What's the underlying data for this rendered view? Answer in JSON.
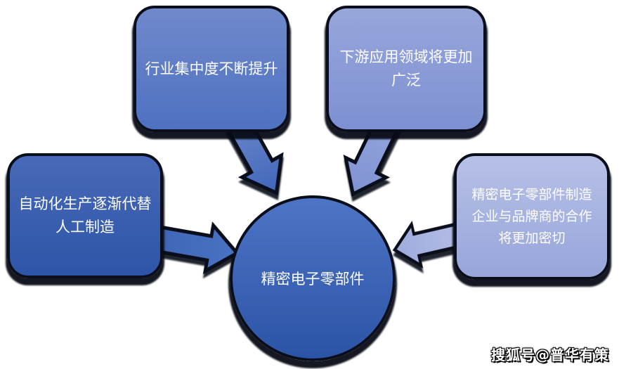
{
  "background": "#ffffff",
  "outline_color": "#0a0e1a",
  "text_color": "#ffffff",
  "center": {
    "label": "精密电子零部件",
    "bg": "linear-gradient(180deg,#4d74c5,#2c54a6)"
  },
  "boxes": [
    {
      "name": "industry-concentration",
      "lines": [
        "行业集中度不断提升"
      ],
      "bg": "linear-gradient(180deg,#7089cb,#4e71c1)"
    },
    {
      "name": "downstream-applications",
      "lines": [
        "下游应用领域将更加",
        "广泛"
      ],
      "bg": "linear-gradient(180deg,#97a6db,#7d90d2)"
    },
    {
      "name": "automation-replaces-manual",
      "lines": [
        "自动化生产逐渐代替",
        "人工制造"
      ],
      "bg": "linear-gradient(180deg,#4869b9,#2d55a7)"
    },
    {
      "name": "brand-cooperation",
      "lines": [
        "精密电子零部件制造",
        "企业与品牌商的合作",
        "将更加密切"
      ],
      "bg": "linear-gradient(180deg,#b7c0e7,#97a5da)"
    }
  ],
  "arrows": [
    {
      "name": "from-top-left",
      "from": "#6d89ca",
      "to": "#4166ba"
    },
    {
      "name": "from-top-right",
      "from": "#96a5db",
      "to": "#7e92d3"
    },
    {
      "name": "from-left",
      "from": "#3e66b5",
      "to": "#4a72c4"
    },
    {
      "name": "from-right",
      "from": "#b3bce5",
      "to": "#9dabdd"
    }
  ],
  "watermark": {
    "text": "搜狐号@普华有策"
  }
}
